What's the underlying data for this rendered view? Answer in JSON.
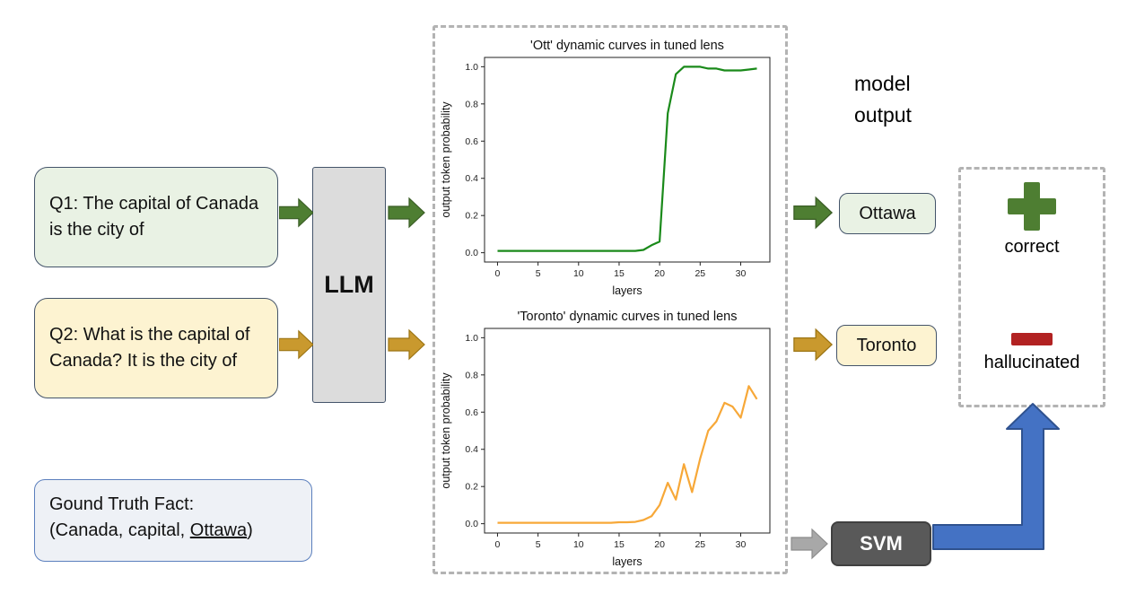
{
  "diagram": {
    "q1": {
      "text": "Q1: The capital of Canada is the city of"
    },
    "q2": {
      "text": "Q2: What is the capital of Canada? It is the city of"
    },
    "llm": {
      "label": "LLM"
    },
    "ground_truth": {
      "title": "Gound Truth Fact:",
      "fact_prefix": "(Canada, capital, ",
      "fact_underlined": "Ottawa",
      "fact_suffix": ")"
    },
    "model_output_label": "model output",
    "outputs": {
      "correct_token": "Ottawa",
      "hallucinated_token": "Toronto"
    },
    "classifier": {
      "label": "SVM"
    },
    "legend": {
      "correct": "correct",
      "hallucinated": "hallucinated"
    }
  },
  "colors": {
    "green_box_bg": "#e9f2e4",
    "yellow_box_bg": "#fdf3d1",
    "llm_box_bg": "#dcdcdc",
    "ground_truth_box_bg": "#eef1f6",
    "box_border": "#44546a",
    "green_arrow": "#4e7e32",
    "gold_arrow": "#c9992e",
    "gray_arrow": "#a8a8a8",
    "svm_bg": "#595959",
    "blue_arrow": "#4472c4",
    "plus_green": "#4e7e32",
    "minus_red": "#b22222",
    "dashed_border": "#b3b3b3"
  },
  "chart_data": [
    {
      "type": "line",
      "title": "'Ott' dynamic curves in tuned lens",
      "xlabel": "layers",
      "ylabel": "output token probability",
      "xticks": [
        0,
        5,
        10,
        15,
        20,
        25,
        30
      ],
      "yticks": [
        0,
        0.2,
        0.4,
        0.6,
        0.8,
        1
      ],
      "xlim": [
        -1.6,
        33.6
      ],
      "ylim": [
        -0.05,
        1.05
      ],
      "grid": false,
      "legend": "none",
      "x": [
        0,
        1,
        2,
        3,
        4,
        5,
        6,
        7,
        8,
        9,
        10,
        11,
        12,
        13,
        14,
        15,
        16,
        17,
        18,
        19,
        20,
        21,
        22,
        23,
        24,
        25,
        26,
        27,
        28,
        29,
        30,
        31,
        32
      ],
      "series": [
        {
          "name": "Ott",
          "color": "#1a8a1a",
          "values": [
            0.01,
            0.01,
            0.01,
            0.01,
            0.01,
            0.01,
            0.01,
            0.01,
            0.01,
            0.01,
            0.01,
            0.01,
            0.01,
            0.01,
            0.01,
            0.01,
            0.01,
            0.01,
            0.015,
            0.04,
            0.06,
            0.75,
            0.96,
            1.0,
            1.0,
            1.0,
            0.99,
            0.99,
            0.98,
            0.98,
            0.98,
            0.985,
            0.99
          ]
        }
      ]
    },
    {
      "type": "line",
      "title": "'Toronto' dynamic curves in tuned lens",
      "xlabel": "layers",
      "ylabel": "output token probability",
      "xticks": [
        0,
        5,
        10,
        15,
        20,
        25,
        30
      ],
      "yticks": [
        0,
        0.2,
        0.4,
        0.6,
        0.8,
        1
      ],
      "xlim": [
        -1.6,
        33.6
      ],
      "ylim": [
        -0.05,
        1.05
      ],
      "grid": false,
      "legend": "none",
      "x": [
        0,
        1,
        2,
        3,
        4,
        5,
        6,
        7,
        8,
        9,
        10,
        11,
        12,
        13,
        14,
        15,
        16,
        17,
        18,
        19,
        20,
        21,
        22,
        23,
        24,
        25,
        26,
        27,
        28,
        29,
        30,
        31,
        32
      ],
      "series": [
        {
          "name": "Toronto",
          "color": "#f7a838",
          "values": [
            0.005,
            0.005,
            0.005,
            0.005,
            0.005,
            0.005,
            0.005,
            0.005,
            0.005,
            0.005,
            0.005,
            0.005,
            0.005,
            0.005,
            0.005,
            0.008,
            0.008,
            0.01,
            0.02,
            0.04,
            0.1,
            0.22,
            0.13,
            0.32,
            0.17,
            0.35,
            0.5,
            0.55,
            0.65,
            0.63,
            0.57,
            0.74,
            0.67
          ]
        }
      ]
    }
  ]
}
